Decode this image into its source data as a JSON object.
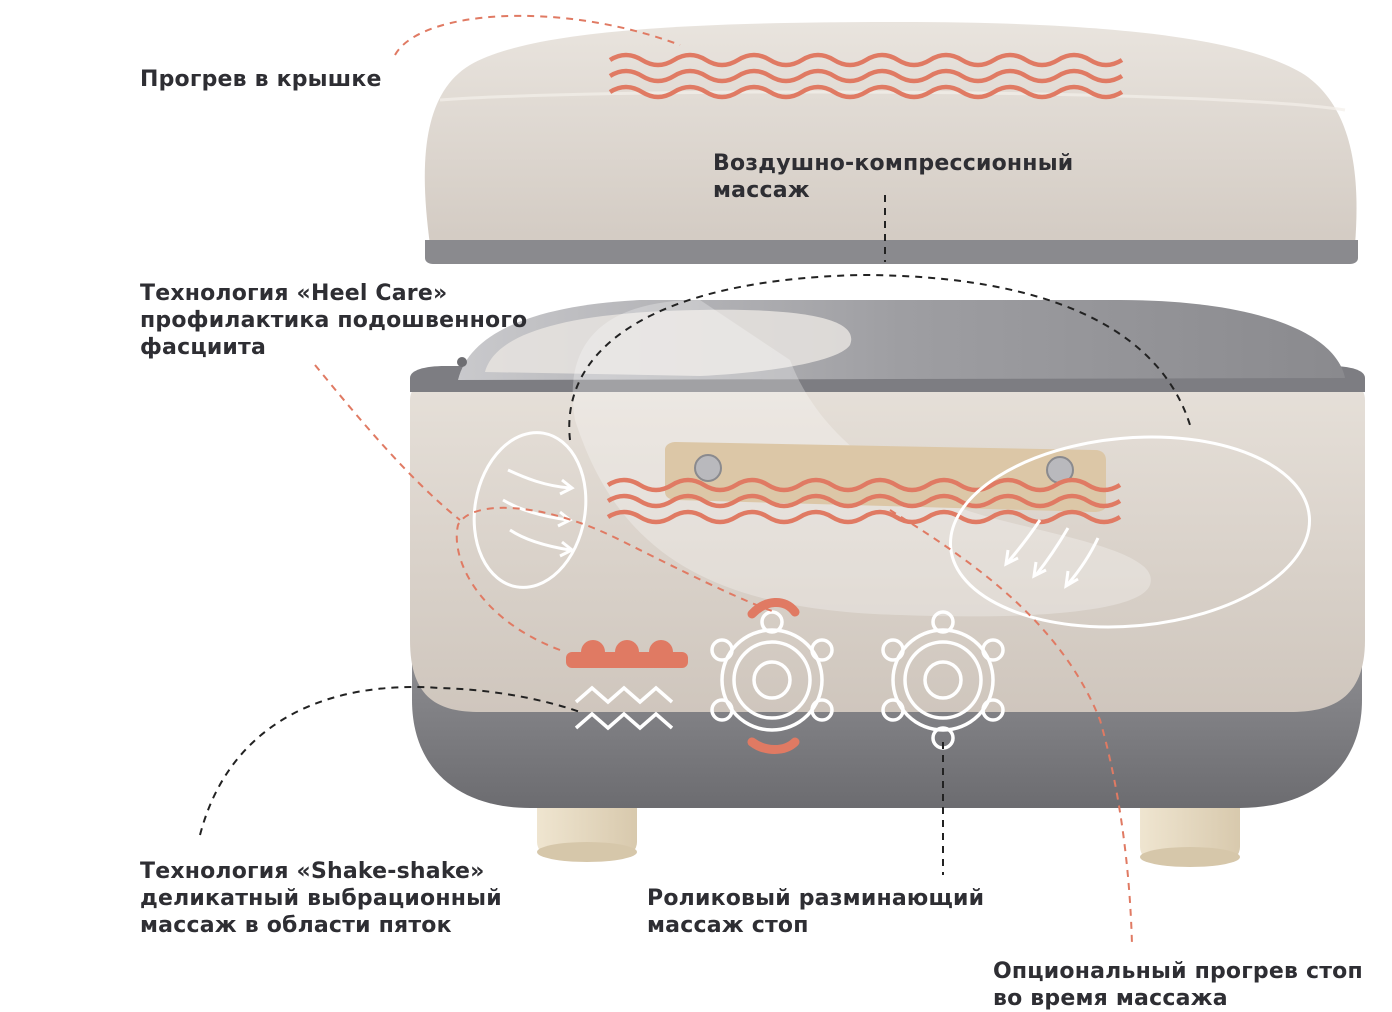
{
  "labels": {
    "lid_heat": "Прогрев в крышке",
    "air_massage": [
      "Воздушно-компрессионный",
      "массаж"
    ],
    "heel_care": [
      "Технология «Heel Care»",
      "профилактика подошвенного",
      "фасциита"
    ],
    "shake": [
      "Технология «Shake-shake»",
      "деликатный выбрационный",
      "массаж в области пяток"
    ],
    "roller": [
      "Роликовый разминающий",
      "массаж стоп"
    ],
    "foot_heat": [
      "Опциональный прогрев стоп",
      "во время массажа"
    ]
  },
  "colors": {
    "accent": "#e07a63",
    "text": "#2e2e33",
    "fabric": "#d9d1c9",
    "shell": "#7c7c80",
    "wood": "#e8dcc4",
    "strap": "#dcc7a7"
  },
  "icons": [
    "heat-waves-icon",
    "air-arrows-icon",
    "roller-icon",
    "vibration-icon",
    "heel-bumps-icon"
  ]
}
